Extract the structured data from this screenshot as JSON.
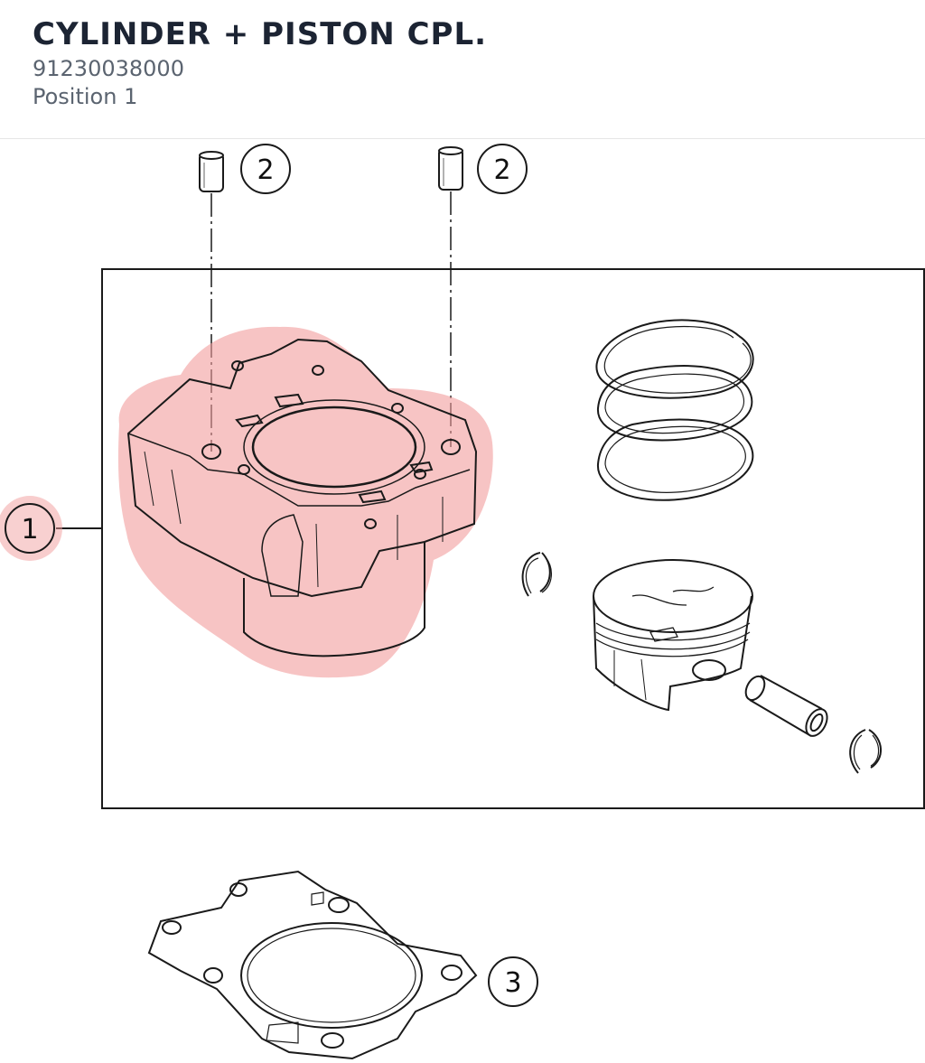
{
  "part": {
    "title": "CYLINDER + PISTON CPL.",
    "number": "91230038000",
    "position": "Position 1"
  },
  "diagram": {
    "highlight_color": "#f29c9c",
    "line_color": "#1a1a1a",
    "callouts": [
      {
        "id": "callout-1",
        "label": "1",
        "selected": true
      },
      {
        "id": "callout-2a",
        "label": "2",
        "selected": false
      },
      {
        "id": "callout-2b",
        "label": "2",
        "selected": false
      },
      {
        "id": "callout-3",
        "label": "3",
        "selected": false
      }
    ]
  }
}
